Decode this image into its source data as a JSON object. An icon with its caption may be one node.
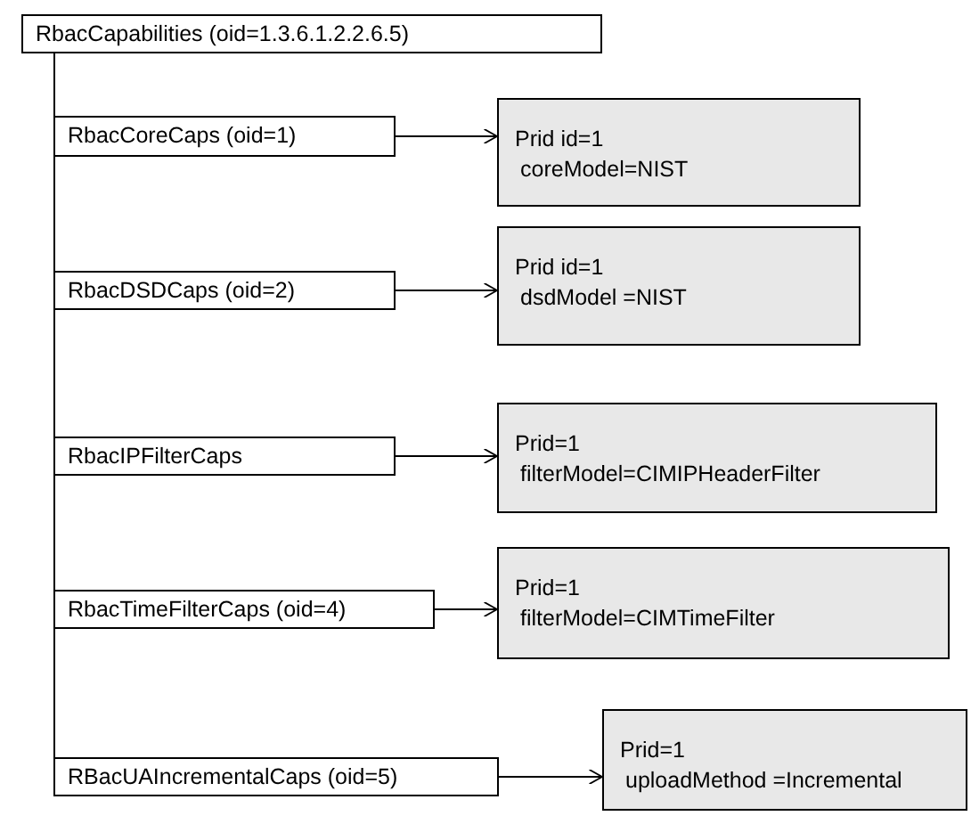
{
  "diagram": {
    "nodes": [
      {
        "text": [
          "RbacCapabilities (oid=1.3.6.1.2.2.6.5)"
        ]
      },
      {
        "text": [
          "RbacCoreCaps (oid=1)"
        ]
      },
      {
        "text": [
          "Prid id=1",
          "coreModel=NIST"
        ]
      },
      {
        "text": [
          "RbacDSDCaps (oid=2)"
        ]
      },
      {
        "text": [
          "Prid id=1",
          "dsdModel =NIST"
        ]
      },
      {
        "text": [
          "RbacIPFilterCaps"
        ]
      },
      {
        "text": [
          "Prid=1",
          "filterModel=CIMIPHeaderFilter"
        ]
      },
      {
        "text": [
          "RbacTimeFilterCaps (oid=4)"
        ]
      },
      {
        "text": [
          "Prid=1",
          "filterModel=CIMTimeFilter"
        ]
      },
      {
        "text": [
          "RBacUAIncrementalCaps (oid=5)"
        ]
      },
      {
        "text": [
          "Prid=1",
          "uploadMethod =Incremental"
        ]
      }
    ],
    "edges": [
      {
        "from": 0,
        "to": 1,
        "arrow": "none"
      },
      {
        "from": 0,
        "to": 3,
        "arrow": "none"
      },
      {
        "from": 0,
        "to": 5,
        "arrow": "none"
      },
      {
        "from": 0,
        "to": 7,
        "arrow": "none"
      },
      {
        "from": 0,
        "to": 9,
        "arrow": "none"
      },
      {
        "from": 1,
        "to": 2,
        "arrow": "to"
      },
      {
        "from": 3,
        "to": 4,
        "arrow": "to"
      },
      {
        "from": 5,
        "to": 6,
        "arrow": "to"
      },
      {
        "from": 7,
        "to": 8,
        "arrow": "to"
      },
      {
        "from": 9,
        "to": 10,
        "arrow": "to"
      }
    ]
  }
}
